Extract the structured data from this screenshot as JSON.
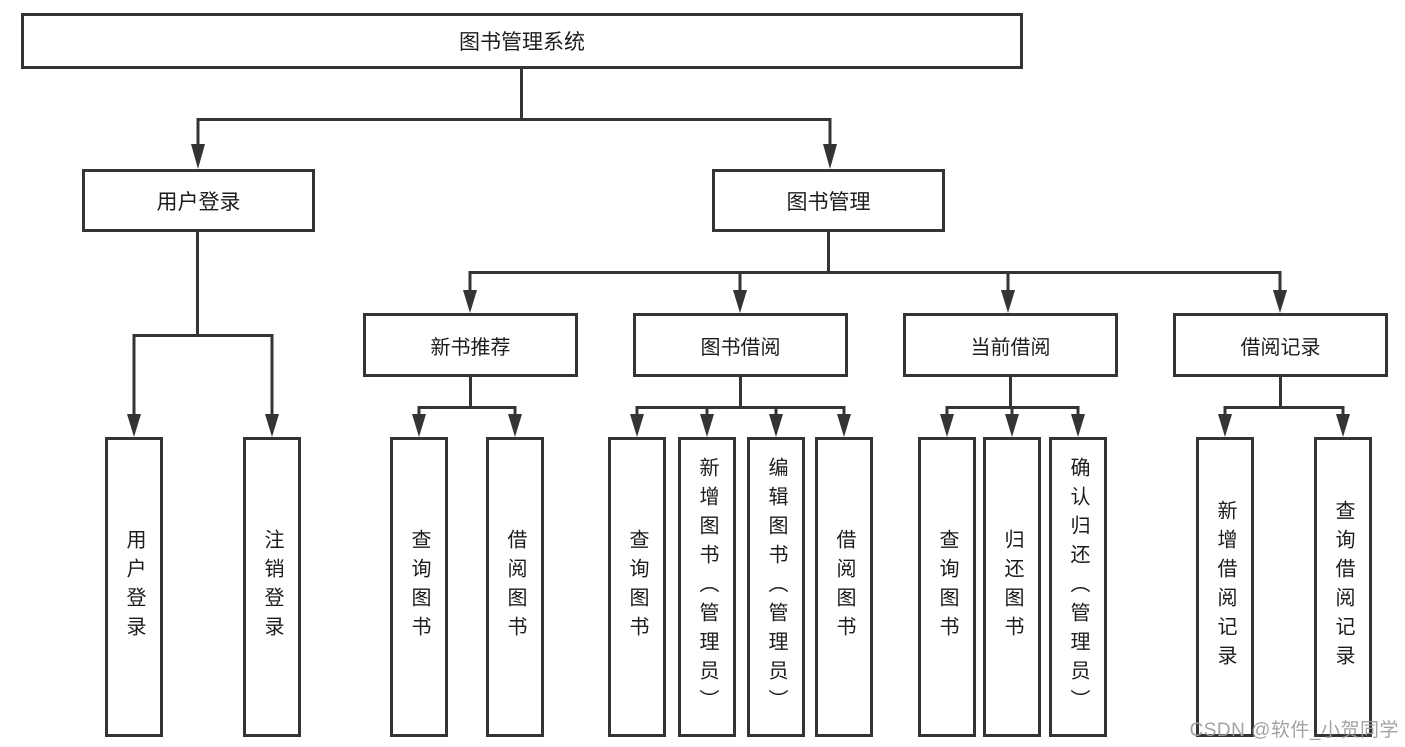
{
  "tree": {
    "root": {
      "label": "图书管理系统",
      "children": [
        {
          "label": "用户登录",
          "children": [
            {
              "label": "用户登录"
            },
            {
              "label": "注销登录"
            }
          ]
        },
        {
          "label": "图书管理",
          "children": [
            {
              "label": "新书推荐",
              "children": [
                {
                  "label": "查询图书"
                },
                {
                  "label": "借阅图书"
                }
              ]
            },
            {
              "label": "图书借阅",
              "children": [
                {
                  "label": "查询图书"
                },
                {
                  "label": "新增图书（管理员）"
                },
                {
                  "label": "编辑图书（管理员）"
                },
                {
                  "label": "借阅图书"
                }
              ]
            },
            {
              "label": "当前借阅",
              "children": [
                {
                  "label": "查询图书"
                },
                {
                  "label": "归还图书"
                },
                {
                  "label": "确认归还（管理员）"
                }
              ]
            },
            {
              "label": "借阅记录",
              "children": [
                {
                  "label": "新增借阅记录"
                },
                {
                  "label": "查询借阅记录"
                }
              ]
            }
          ]
        }
      ]
    }
  },
  "watermark": {
    "text": "CSDN @软件_小贺同学"
  },
  "colors": {
    "line": "#343434",
    "text": "#1c1c1c",
    "watermark": "#9e9e9e",
    "background": "#ffffff"
  }
}
